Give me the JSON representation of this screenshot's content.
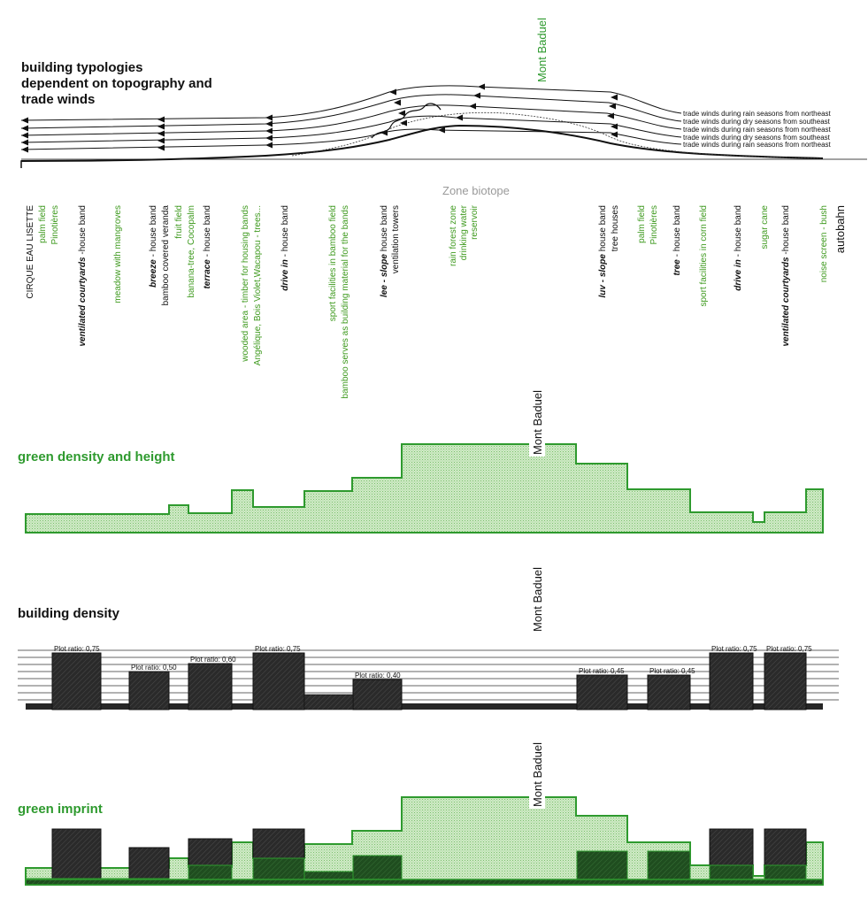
{
  "colors": {
    "green": "#2e9a2e",
    "label_green": "#3f9a1f",
    "black": "#111111",
    "gray": "#9a9a9a",
    "bar": "#262626"
  },
  "section1": {
    "title_lines": [
      "building typologies",
      "dependent on topography and",
      "trade winds"
    ],
    "mont_label": "Mont Baduel",
    "wind_labels": [
      "trade winds during rain seasons from northeast",
      "trade winds during dry seasons from southeast",
      "trade winds during rain seasons from northeast",
      "trade winds during dry seasons from southeast",
      "trade winds during rain seasons from northeast"
    ],
    "zone_label": "Zone biotope"
  },
  "zones": [
    {
      "lines": [
        "CIRQUE EAU LISETTE"
      ],
      "color": "black"
    },
    {
      "lines": [
        "palm field",
        "Pinotières"
      ],
      "color": "green"
    },
    {
      "lines": [
        "ventilated courtyards -house band"
      ],
      "color": "black",
      "bold": "ventilated courtyards"
    },
    {
      "lines": [
        "meadow with mangroves"
      ],
      "color": "green"
    },
    {
      "lines": [
        "breeze - house band",
        "bamboo covered veranda"
      ],
      "color": "black",
      "bold": "breeze"
    },
    {
      "lines": [
        "fruit field",
        "banana-tree, Cocopalm"
      ],
      "color": "green"
    },
    {
      "lines": [
        "terrace - house band"
      ],
      "color": "black",
      "bold": "terrace"
    },
    {
      "lines": [
        "wooded area - timber for housing bands",
        "Angélique, Bois Violet,Wacapou - trees..."
      ],
      "color": "green"
    },
    {
      "lines": [
        "drive in - house band"
      ],
      "color": "black",
      "bold": "drive in"
    },
    {
      "lines": [
        "sport facilities in bamboo field",
        "bamboo serves as building material for the bands"
      ],
      "color": "green"
    },
    {
      "lines": [
        "lee - slope house band",
        "ventilation towers"
      ],
      "color": "black",
      "bold": "lee - slope"
    },
    {
      "lines": [
        "rain forest zone",
        "drinking water",
        "reservoir"
      ],
      "color": "green"
    },
    {
      "lines": [
        "luv - slope house band",
        "tree houses"
      ],
      "color": "black",
      "bold": "luv - slope"
    },
    {
      "lines": [
        "palm field",
        "Pinotières"
      ],
      "color": "green"
    },
    {
      "lines": [
        "tree - house band"
      ],
      "color": "black",
      "bold": "tree"
    },
    {
      "lines": [
        "sport facilities in corn field"
      ],
      "color": "green"
    },
    {
      "lines": [
        "drive in - house band"
      ],
      "color": "black",
      "bold": "drive in"
    },
    {
      "lines": [
        "sugar cane"
      ],
      "color": "green"
    },
    {
      "lines": [
        "ventilated courtyards -house band"
      ],
      "color": "black",
      "bold": "ventilated courtyards"
    },
    {
      "lines": [
        "noise screen - bush"
      ],
      "color": "green"
    },
    {
      "lines": [
        "autobahn"
      ],
      "color": "black"
    }
  ],
  "section2": {
    "title": "green density and height",
    "mont_label": "Mont Baduel"
  },
  "section3": {
    "title": "building density",
    "mont_label": "Mont Baduel",
    "bar_labels": [
      "Plot ratio: 0,75",
      "Plot ratio: 0,50",
      "Plot ratio: 0,60",
      "Plot ratio: 0,75",
      "Plot ratio: 0,40",
      "Plot ratio: 0,45",
      "Plot ratio: 0,45",
      "Plot ratio: 0,75",
      "Plot ratio: 0,75"
    ]
  },
  "section4": {
    "title": "green imprint",
    "mont_label": "Mont Baduel"
  }
}
